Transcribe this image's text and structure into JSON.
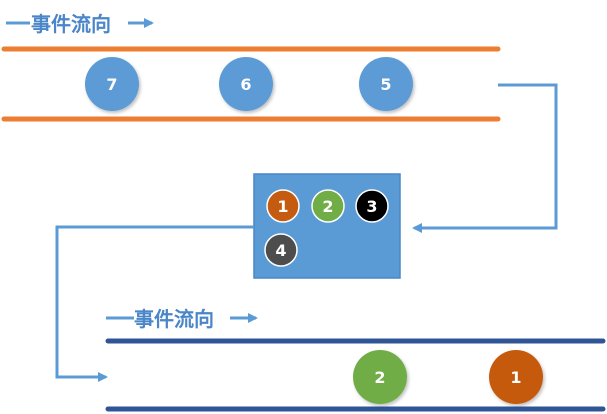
{
  "colors": {
    "flow_blue": "#5b9bd5",
    "label_blue": "#4a86c8",
    "top_lane": "#ed7d31",
    "bottom_lane": "#2f5597",
    "box_fill": "#5b9bd5",
    "box_border": "#4a86c8",
    "event_blue": "#5b9bd5",
    "event_orange": "#c55a11",
    "event_green": "#70ad47",
    "event_black": "#000000",
    "event_gray": "#4d4d4d",
    "white": "#ffffff"
  },
  "top_label": {
    "text": "事件流向"
  },
  "bottom_label": {
    "text": "事件流向"
  },
  "top_lane": {
    "events": [
      {
        "label": "7",
        "color": "#5b9bd5"
      },
      {
        "label": "6",
        "color": "#5b9bd5"
      },
      {
        "label": "5",
        "color": "#5b9bd5"
      }
    ]
  },
  "processor": {
    "events": [
      {
        "label": "1",
        "color": "#c55a11"
      },
      {
        "label": "2",
        "color": "#70ad47"
      },
      {
        "label": "3",
        "color": "#000000"
      },
      {
        "label": "4",
        "color": "#4d4d4d"
      }
    ]
  },
  "bottom_lane": {
    "events": [
      {
        "label": "2",
        "color": "#70ad47"
      },
      {
        "label": "1",
        "color": "#c55a11"
      }
    ]
  }
}
